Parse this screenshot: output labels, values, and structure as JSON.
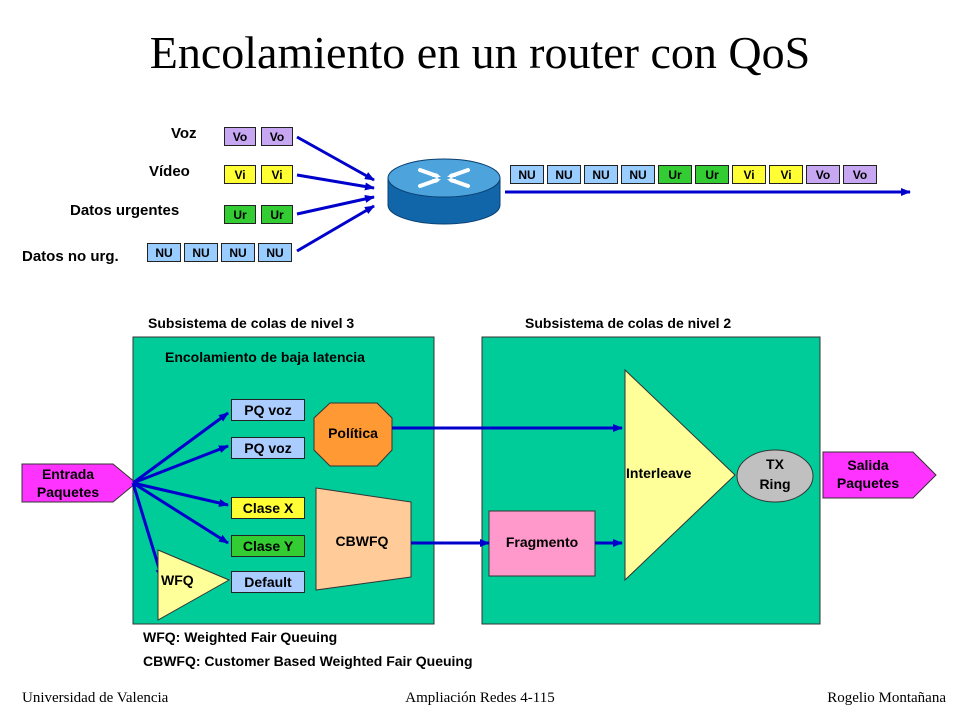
{
  "title": "Encolamiento en un router con QoS",
  "top": {
    "traffic_labels": {
      "voz": "Voz",
      "video": "Vídeo",
      "urgentes": "Datos urgentes",
      "no_urgentes": "Datos no urg."
    },
    "packets": {
      "vo": "Vo",
      "vi": "Vi",
      "ur": "Ur",
      "nu": "NU"
    }
  },
  "subsystems": {
    "level3": "Subsistema de colas de nivel 3",
    "level2": "Subsistema de colas de nivel 2",
    "llq": "Encolamiento de baja latencia"
  },
  "queues": {
    "entrada": "Entrada Paquetes",
    "pq1": "PQ voz",
    "pq2": "PQ voz",
    "politica": "Política",
    "clase_x": "Clase X",
    "clase_y": "Clase Y",
    "default": "Default",
    "wfq": "WFQ",
    "cbwfq": "CBWFQ",
    "fragmento": "Fragmento",
    "interleave": "Interleave",
    "tx_ring_1": "TX",
    "tx_ring_2": "Ring",
    "salida": "Salida Paquetes"
  },
  "legend": {
    "wfq": "WFQ: Weighted Fair Queuing",
    "cbwfq": "CBWFQ: Customer Based Weighted Fair Queuing"
  },
  "footer": {
    "left": "Universidad de Valencia",
    "center": "Ampliación Redes 4-115",
    "right": "Rogelio Montañana"
  },
  "colors": {
    "subsystem_bg": "#00cc99",
    "arrow": "#0000cc",
    "pq": "#aaccff",
    "politica": "#ff9933",
    "clase_x": "#ffff33",
    "clase_y": "#33cc33",
    "cbwfq": "#ffcc99",
    "wfq": "#ffff99",
    "fragmento": "#ff99cc",
    "interleave": "#ffff99",
    "tx_ring": "#c0c0c0",
    "io": "#ff33ff"
  }
}
